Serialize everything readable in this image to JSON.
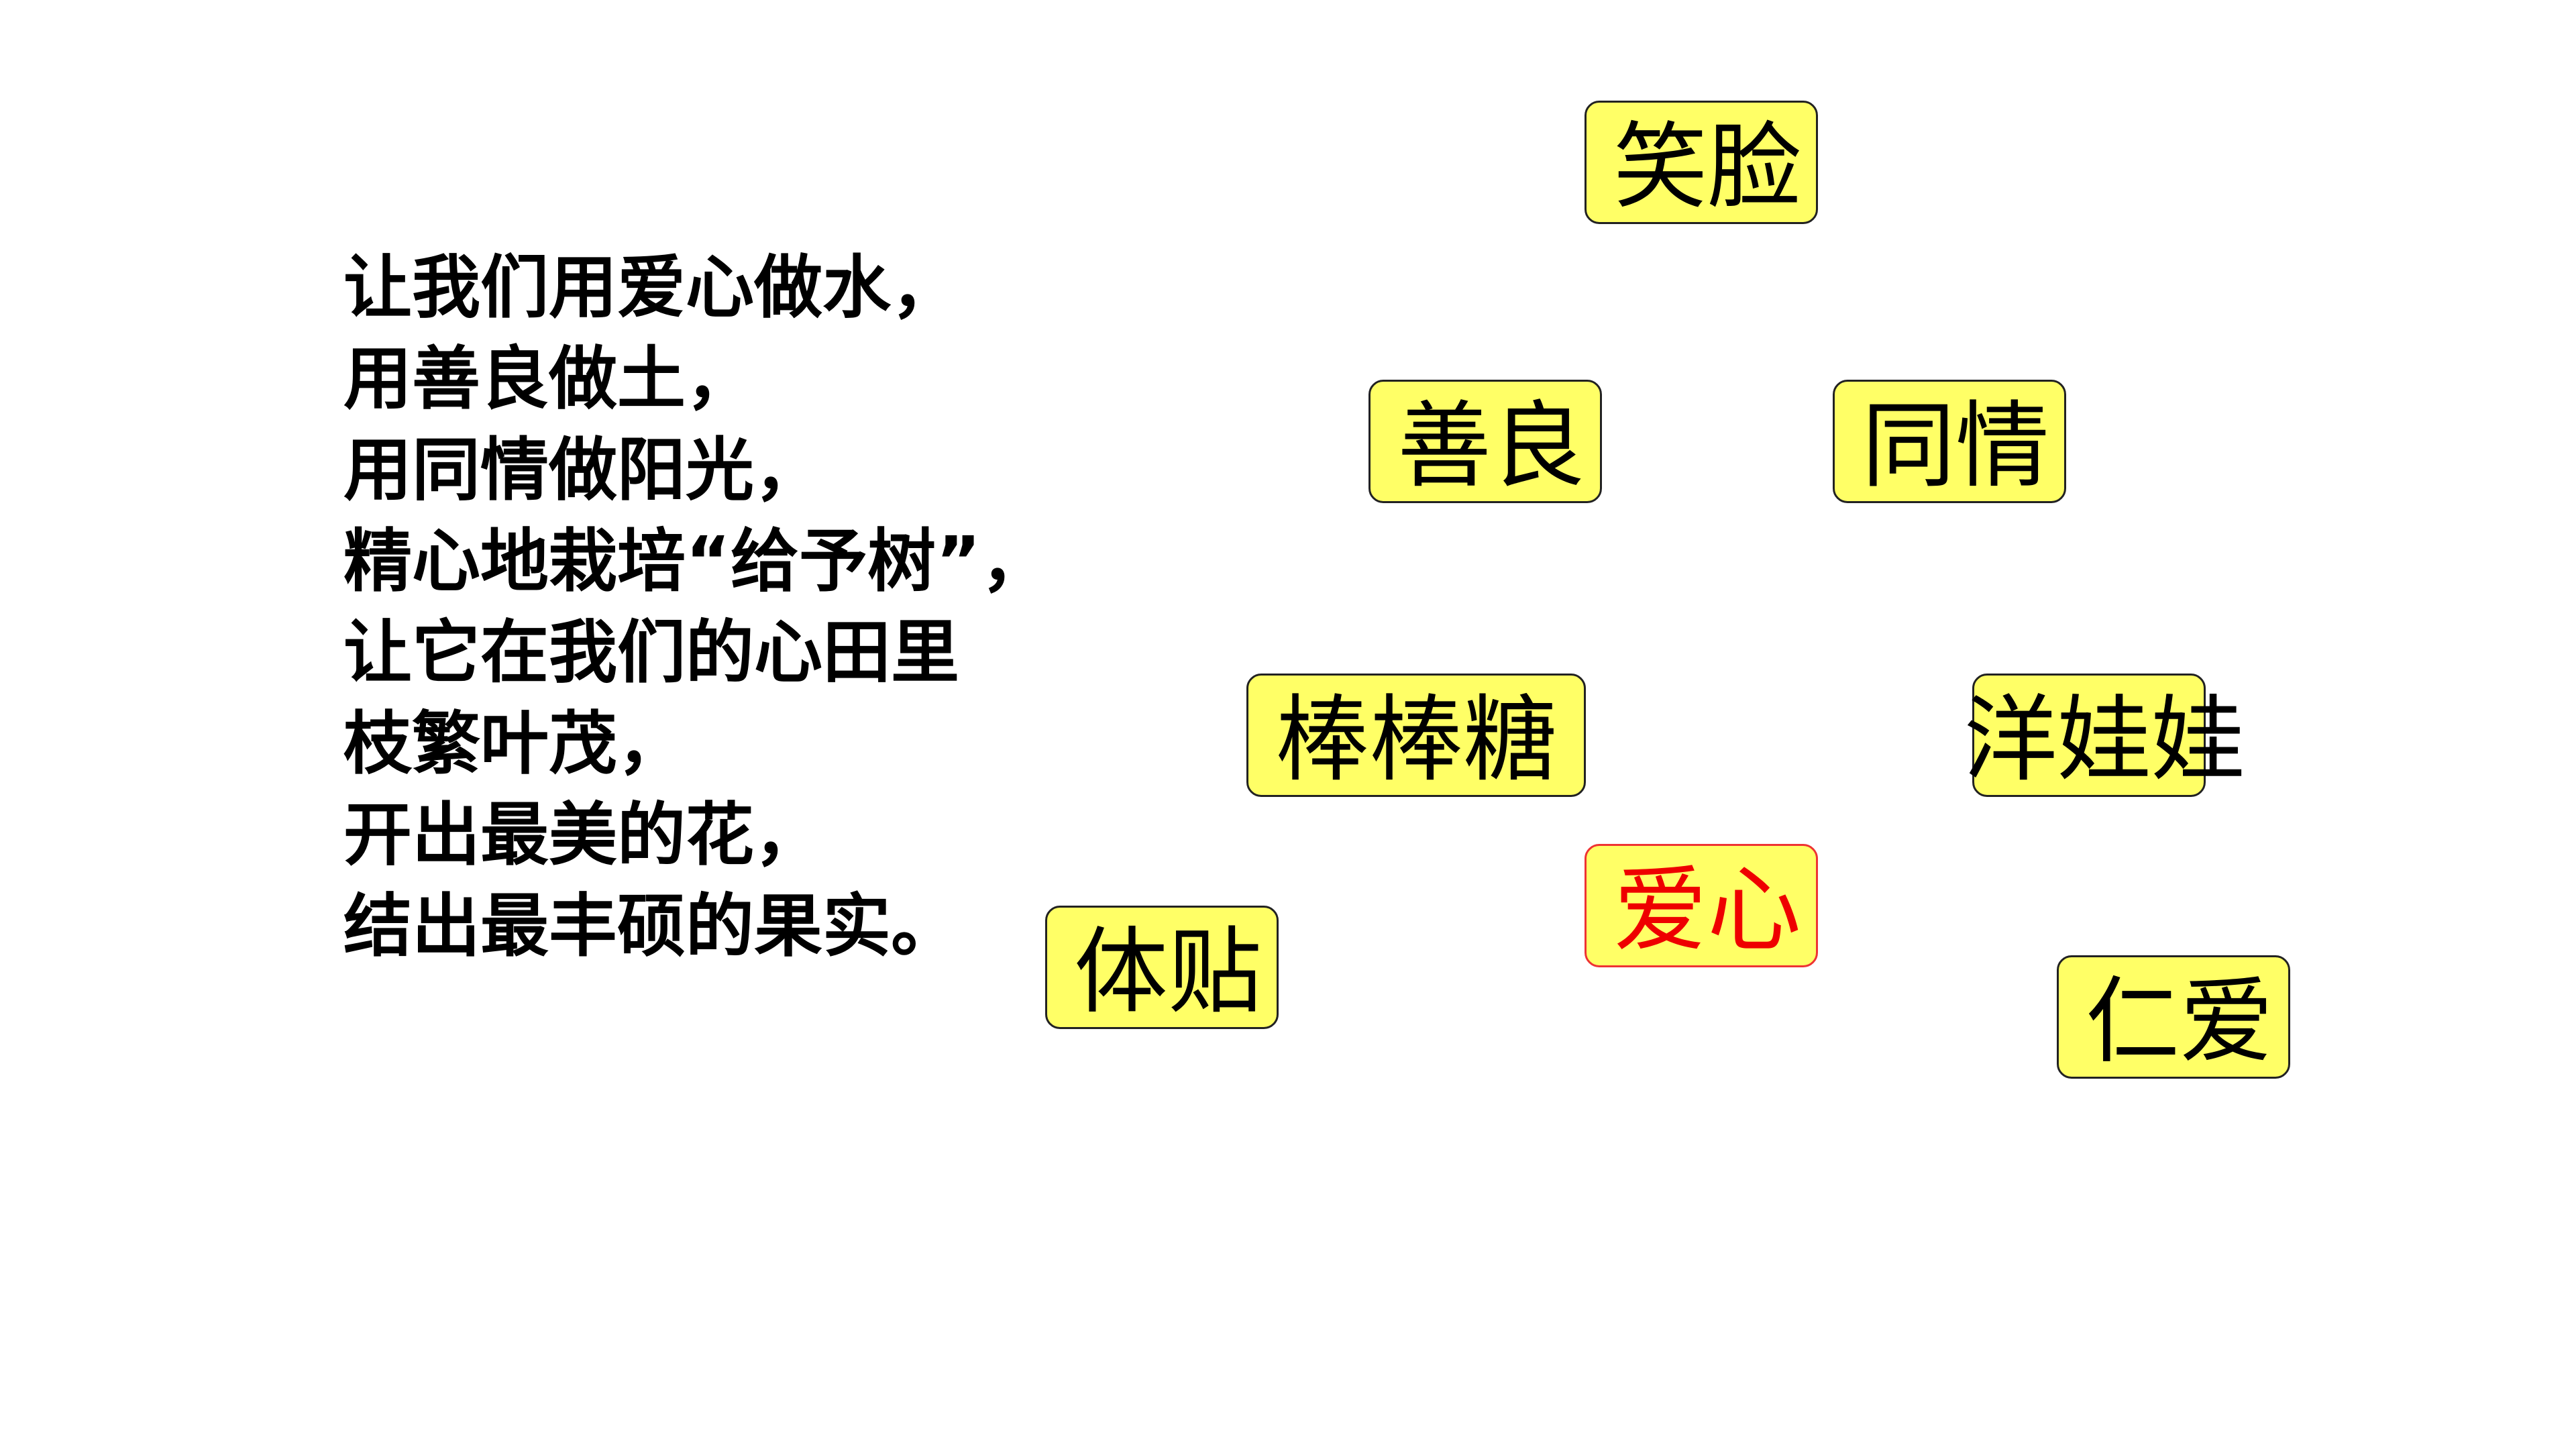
{
  "poem": {
    "lines": [
      "让我们用爱心做水，",
      "用善良做土，",
      "用同情做阳光，",
      "精心地栽培“给予树”，",
      "让它在我们的心田里",
      "枝繁叶茂，",
      "开出最美的花，",
      "结出最丰硕的果实。"
    ]
  },
  "word_cards": {
    "xiaolian": "笑脸",
    "shanliang": "善良",
    "tongqing": "同情",
    "bangbangtang": "棒棒糖",
    "yangwawa": "洋娃娃",
    "aixin": "爱心",
    "tietie": "体贴",
    "renai": "仁爱"
  },
  "colors": {
    "card_fill": "#ffff66",
    "card_border": "#222222",
    "highlight_text": "#ee0000",
    "highlight_border": "#ee3333"
  }
}
